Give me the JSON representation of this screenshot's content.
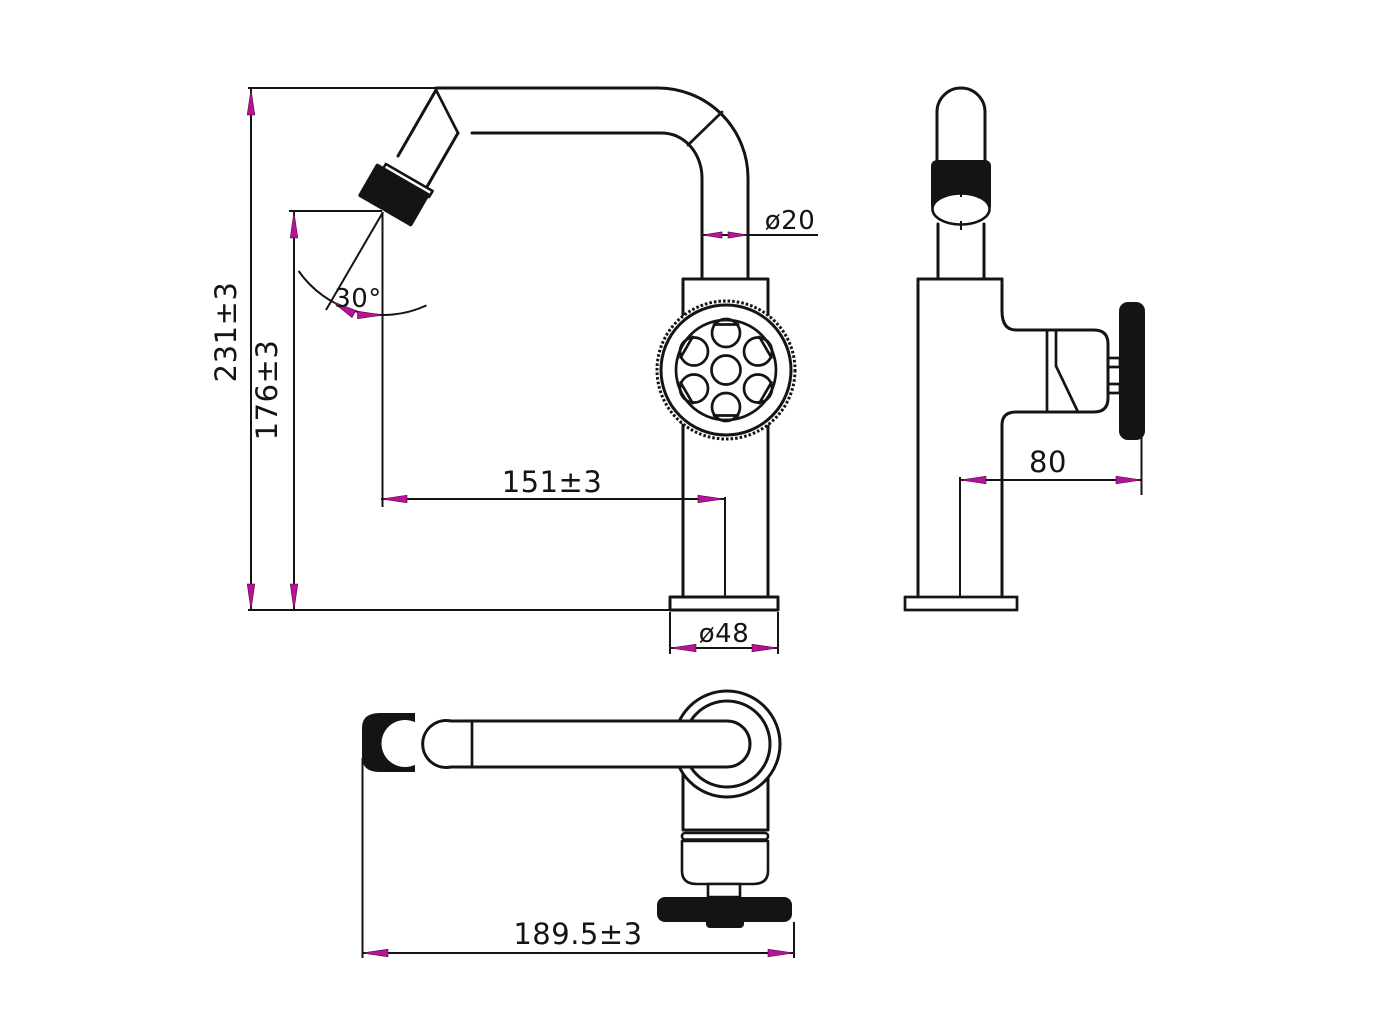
{
  "drawing": {
    "kind": "technical-dimension-drawing",
    "background": "#ffffff",
    "line_color": "#141414",
    "arrow_color": "#bb0f9d",
    "dimensions": {
      "overall_height": {
        "label": "231±3",
        "view": "front",
        "orientation": "vertical"
      },
      "spout_height": {
        "label": "176±3",
        "view": "front",
        "orientation": "vertical"
      },
      "spout_reach": {
        "label": "151±3",
        "view": "front",
        "orientation": "horizontal"
      },
      "spout_angle": {
        "label": "30°",
        "view": "front",
        "orientation": "angular"
      },
      "spout_diameter": {
        "label": "ø20",
        "view": "front",
        "orientation": "horizontal"
      },
      "base_diameter": {
        "label": "ø48",
        "view": "front",
        "orientation": "horizontal"
      },
      "handle_projection": {
        "label": "80",
        "view": "side",
        "orientation": "horizontal"
      },
      "overall_depth": {
        "label": "189.5±3",
        "view": "top",
        "orientation": "horizontal"
      }
    }
  }
}
